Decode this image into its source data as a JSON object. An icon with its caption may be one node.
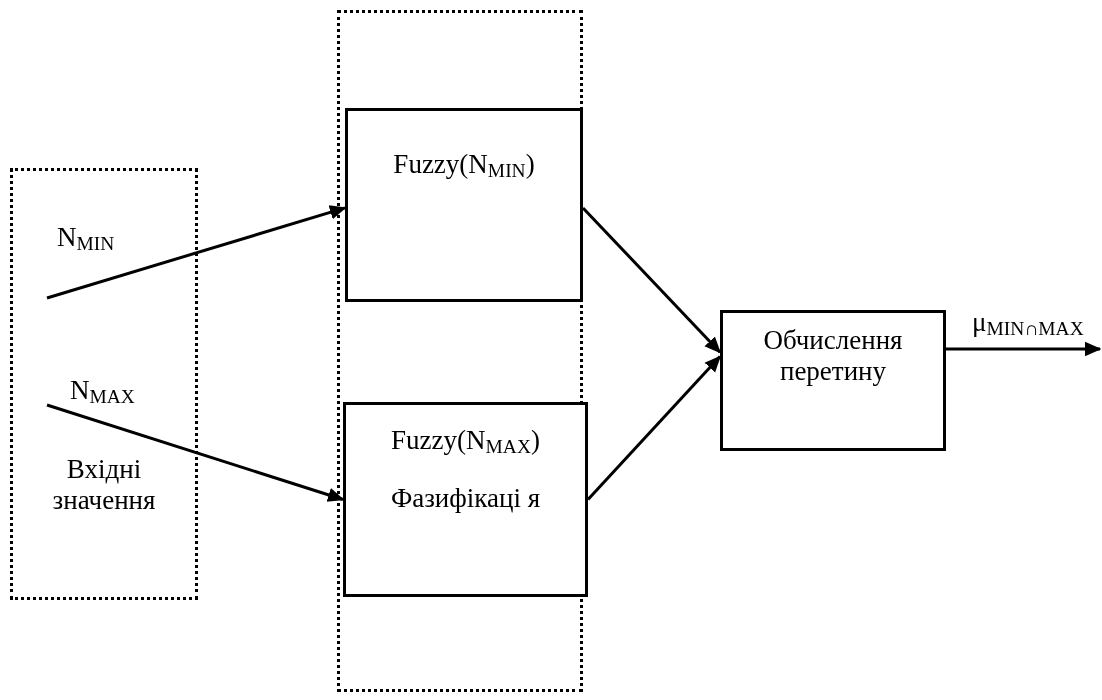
{
  "diagram": {
    "nodes": [
      {
        "text": [
          "Вхідні значення"
        ]
      },
      {
        "text": [
          "N$_{MIN}$"
        ],
        "in": 0
      },
      {
        "text": [
          "N$_{MAX}$"
        ],
        "in": 0
      },
      {
        "text": [],
        "shape": "box"
      },
      {
        "text": [
          "Fuzzy(N$_{MIN}$)"
        ],
        "in": 3
      },
      {
        "text": [
          "Fuzzy(N$_{MAX}$)",
          "Фазифікаці я"
        ],
        "in": 3
      },
      {
        "text": [
          "Обчислення перетину"
        ]
      }
    ],
    "edges": [
      {
        "from": 1,
        "to": 4,
        "arrow": "to"
      },
      {
        "from": 2,
        "to": 5,
        "arrow": "to"
      },
      {
        "from": 4,
        "to": 6,
        "arrow": "to"
      },
      {
        "from": 5,
        "to": 6,
        "arrow": "to"
      },
      {
        "from": 6,
        "to": null,
        "arrow": "to",
        "label": "μ$_{MIN∩MAX}$"
      }
    ]
  }
}
